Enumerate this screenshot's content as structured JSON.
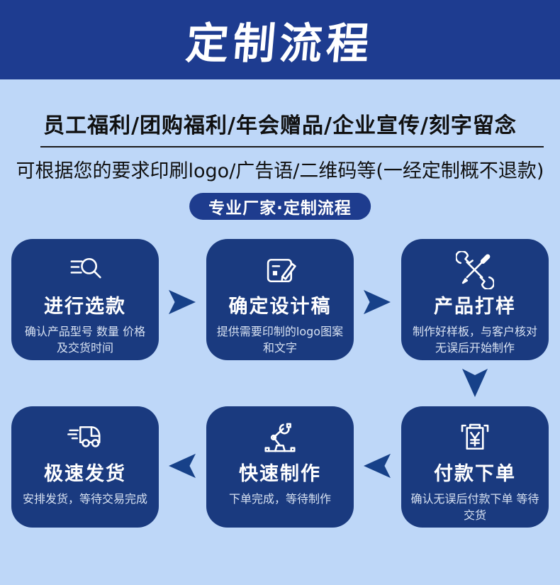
{
  "colors": {
    "header_bg": "#1e3c90",
    "page_bg": "#bed7f8",
    "card_bg": "#1a3a7f",
    "arrow": "#174189",
    "badge_bg": "#1e3c8e",
    "intro_text": "#101010",
    "card_desc_text": "#d8e2f2"
  },
  "header": {
    "title": "定制流程"
  },
  "intro": {
    "line1": "员工福利/团购福利/年会赠品/企业宣传/刻字留念",
    "line2": "可根据您的要求印刷logo/广告语/二维码等(一经定制概不退款)"
  },
  "badge": {
    "label": "专业厂家·定制流程"
  },
  "steps": [
    {
      "icon": "search-list-icon",
      "title": "进行选款",
      "desc": "确认产品型号 数量 价格 及交货时间"
    },
    {
      "icon": "design-draft-icon",
      "title": "确定设计稿",
      "desc": "提供需要印制的logo图案 和文字"
    },
    {
      "icon": "tools-icon",
      "title": "产品打样",
      "desc": "制作好样板，与客户核对 无误后开始制作"
    },
    {
      "icon": "payment-icon",
      "title": "付款下单",
      "desc": "确认无误后付款下单 等待交货"
    },
    {
      "icon": "robot-arm-icon",
      "title": "快速制作",
      "desc": "下单完成，等待制作"
    },
    {
      "icon": "truck-icon",
      "title": "极速发货",
      "desc": "安排发货，等待交易完成"
    }
  ],
  "arrows": [
    {
      "name": "arrow-step1-step2",
      "direction": "right"
    },
    {
      "name": "arrow-step2-step3",
      "direction": "right"
    },
    {
      "name": "arrow-step3-step4",
      "direction": "down"
    },
    {
      "name": "arrow-step4-step5",
      "direction": "left"
    },
    {
      "name": "arrow-step5-step6",
      "direction": "left"
    }
  ]
}
